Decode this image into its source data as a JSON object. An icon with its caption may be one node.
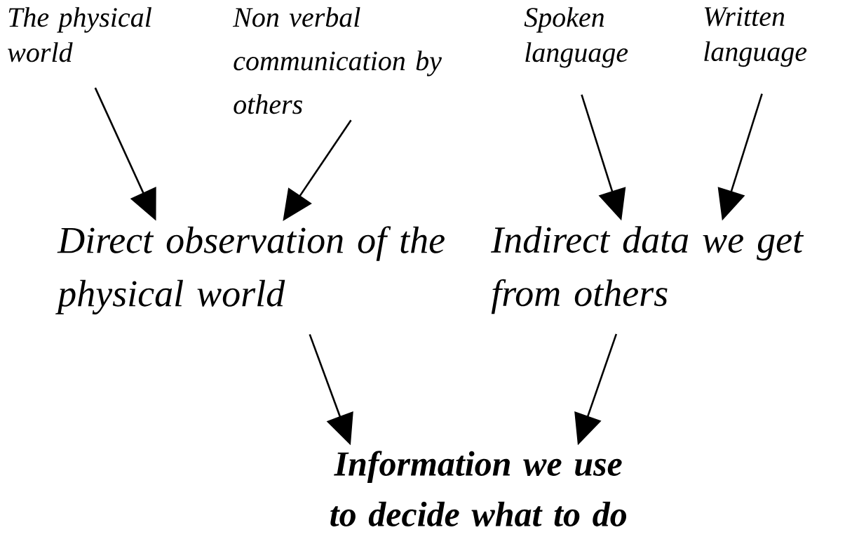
{
  "diagram": {
    "nodes": [
      {
        "text": [
          "The physical world"
        ]
      },
      {
        "text": [
          "Non verbal communication by others"
        ]
      },
      {
        "text": [
          "Spoken language"
        ]
      },
      {
        "text": [
          "Written language"
        ]
      },
      {
        "text": [
          "Direct observation of the physical world"
        ]
      },
      {
        "text": [
          "Indirect data we get from others"
        ]
      },
      {
        "text": [
          "Information we use to decide what to do"
        ]
      }
    ],
    "edges": [
      {
        "from": 0,
        "to": 4,
        "arrow": "to"
      },
      {
        "from": 1,
        "to": 4,
        "arrow": "to"
      },
      {
        "from": 2,
        "to": 5,
        "arrow": "to"
      },
      {
        "from": 3,
        "to": 5,
        "arrow": "to"
      },
      {
        "from": 4,
        "to": 6,
        "arrow": "to"
      },
      {
        "from": 5,
        "to": 6,
        "arrow": "to"
      }
    ]
  }
}
